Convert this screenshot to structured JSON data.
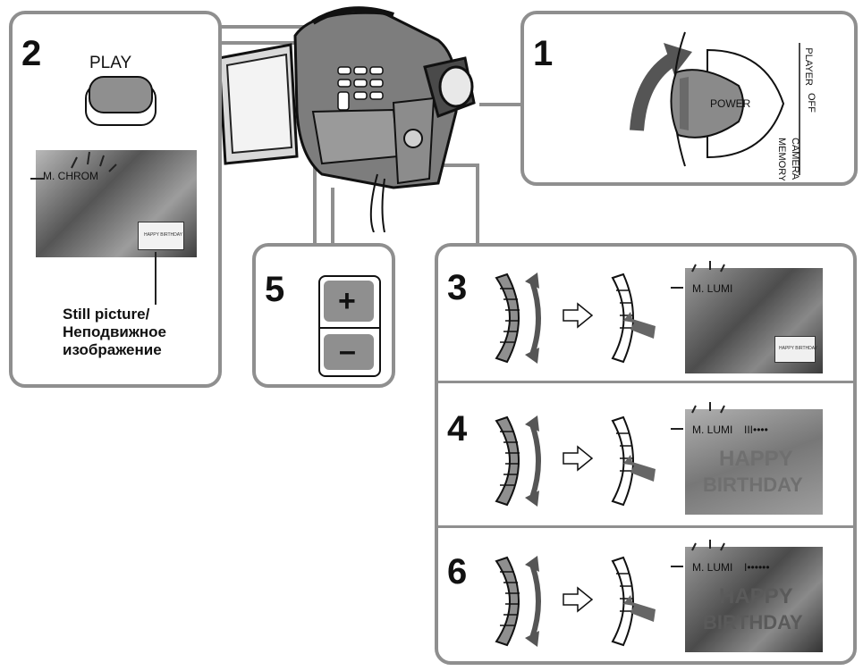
{
  "steps": {
    "s1": "1",
    "s2": "2",
    "s3": "3",
    "s4": "4",
    "s5": "5",
    "s6": "6"
  },
  "step1": {
    "labels": {
      "player": "PLAYER",
      "off": "OFF",
      "camera": "CAMERA",
      "memory": "MEMORY",
      "power": "POWER"
    }
  },
  "step2": {
    "button_label": "PLAY",
    "osd": "M. CHROM",
    "inset_text": "HAPPY BIRTHDAY",
    "caption_line1": "Still picture/",
    "caption_line2": "Неподвижное",
    "caption_line3": "изображение"
  },
  "step5": {
    "plus": "+",
    "minus": "–"
  },
  "step3": {
    "osd": "M. LUMI",
    "inset_text": "HAPPY BIRTHDAY"
  },
  "step4": {
    "osd_label": "M. LUMI",
    "osd_level": "III••••",
    "overlay_line1": "HAPPY",
    "overlay_line2": "BIRTHDAY"
  },
  "step6": {
    "osd_label": "M. LUMI",
    "osd_level": "I••••••",
    "overlay_line1": "HAPPY",
    "overlay_line2": "BIRTHDAY"
  },
  "colors": {
    "panel_border": "#8f8f8f",
    "screen_bg": "#6c6c6c",
    "arrow": "#555555"
  }
}
